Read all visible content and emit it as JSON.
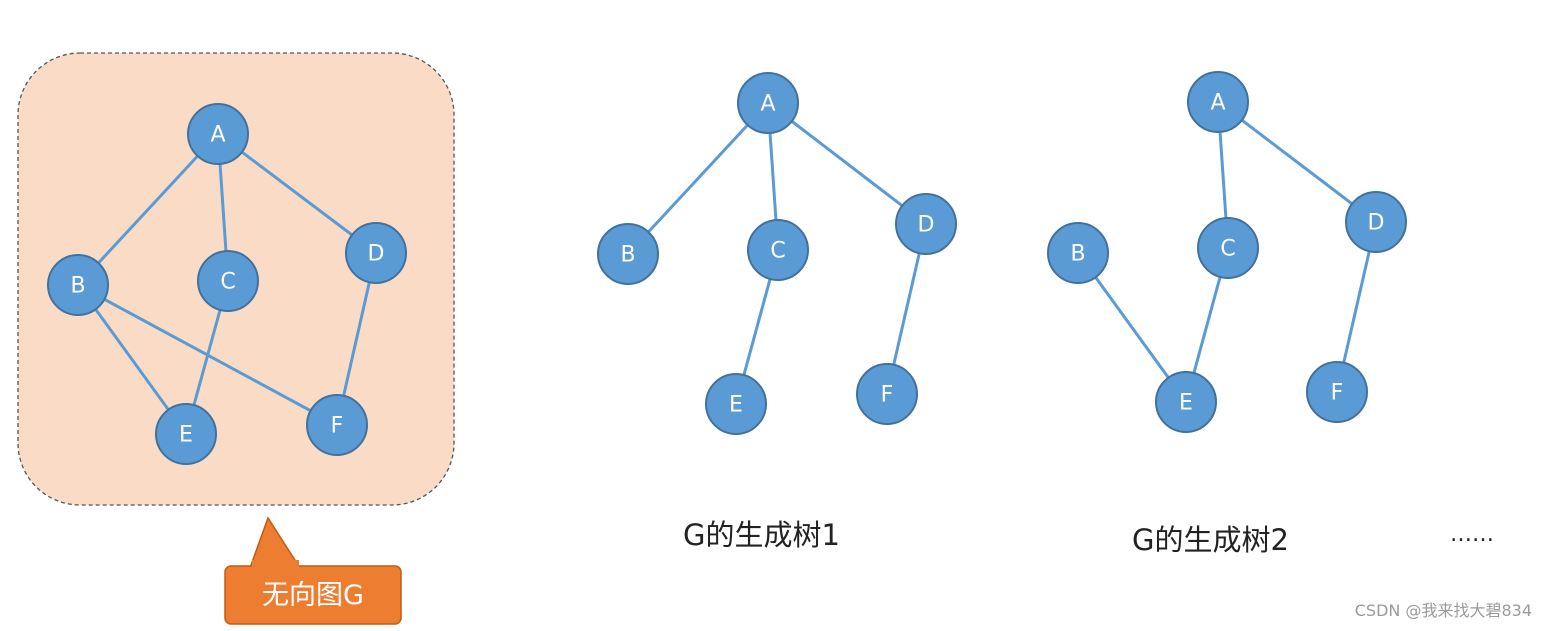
{
  "colors": {
    "node_fill": "#5b9bd5",
    "node_stroke": "#41719c",
    "edge": "#5b9bd5",
    "graph_panel_fill": "#fadcc6",
    "graph_panel_border": "#555555",
    "callout_fill": "#ed7d31"
  },
  "graph": {
    "callout_label": "无向图G",
    "nodes": [
      "A",
      "B",
      "C",
      "D",
      "E",
      "F"
    ],
    "edges": [
      [
        "A",
        "B"
      ],
      [
        "A",
        "C"
      ],
      [
        "A",
        "D"
      ],
      [
        "B",
        "E"
      ],
      [
        "B",
        "F"
      ],
      [
        "C",
        "E"
      ],
      [
        "D",
        "F"
      ]
    ]
  },
  "trees": [
    {
      "caption": "G的生成树1",
      "edges": [
        [
          "A",
          "B"
        ],
        [
          "A",
          "C"
        ],
        [
          "A",
          "D"
        ],
        [
          "C",
          "E"
        ],
        [
          "D",
          "F"
        ]
      ]
    },
    {
      "caption": "G的生成树2",
      "edges": [
        [
          "A",
          "C"
        ],
        [
          "A",
          "D"
        ],
        [
          "B",
          "E"
        ],
        [
          "C",
          "E"
        ],
        [
          "D",
          "F"
        ]
      ]
    }
  ],
  "ellipsis": "……",
  "watermark": "CSDN @我来找大碧834"
}
